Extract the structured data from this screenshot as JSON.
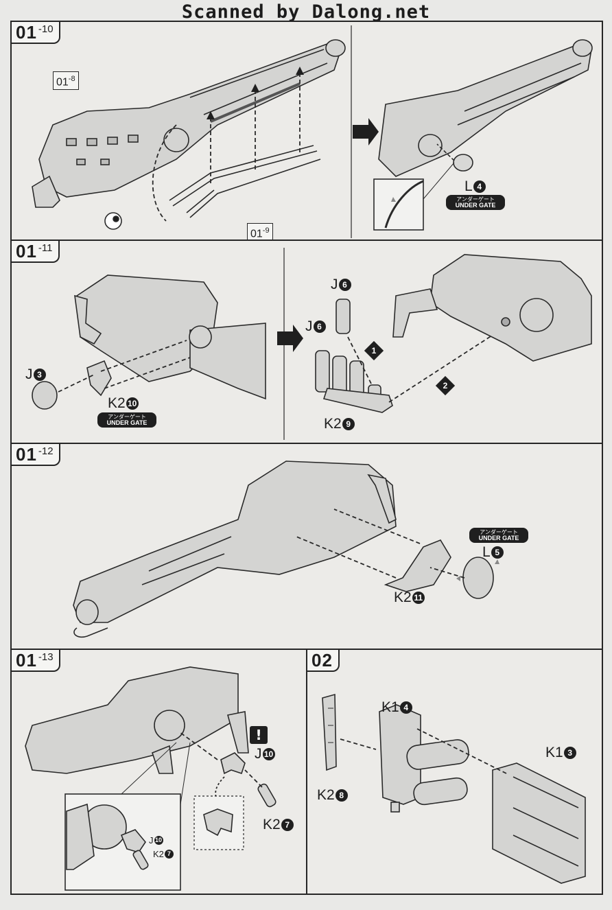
{
  "watermark": "Scanned by Dalong.net",
  "under_gate": {
    "jp": "アンダーゲート",
    "en": "UNDER GATE"
  },
  "steps": {
    "s0110": {
      "main": "01",
      "sub": "-10",
      "ref_a": {
        "main": "01",
        "sub": "-8"
      },
      "ref_b": {
        "main": "01",
        "sub": "-9"
      },
      "part_l4": {
        "letter": "L",
        "num": "4"
      }
    },
    "s0111": {
      "main": "01",
      "sub": "-11",
      "j3": {
        "letter": "J",
        "num": "3"
      },
      "k2_10": {
        "letter": "K2",
        "num": "10"
      },
      "j6a": {
        "letter": "J",
        "num": "6"
      },
      "j6b": {
        "letter": "J",
        "num": "6"
      },
      "k2_9": {
        "letter": "K2",
        "num": "9"
      },
      "order1": "1",
      "order2": "2"
    },
    "s0112": {
      "main": "01",
      "sub": "-12",
      "l5": {
        "letter": "L",
        "num": "5"
      },
      "k2_11": {
        "letter": "K2",
        "num": "11"
      }
    },
    "s0113": {
      "main": "01",
      "sub": "-13",
      "caution": "!",
      "j10": {
        "letter": "J",
        "num": "10"
      },
      "k2_7": {
        "letter": "K2",
        "num": "7"
      },
      "detail_j10": {
        "letter": "J",
        "num": "10"
      },
      "detail_k2_7": {
        "letter": "K2",
        "num": "7"
      }
    },
    "s02": {
      "main": "02",
      "k1_4": {
        "letter": "K1",
        "num": "4"
      },
      "k1_3": {
        "letter": "K1",
        "num": "3"
      },
      "k2_8": {
        "letter": "K2",
        "num": "8"
      }
    }
  },
  "colors": {
    "ink": "#1f1f1f",
    "part_fill": "#d4d4d2",
    "page": "#e9e9e7"
  }
}
